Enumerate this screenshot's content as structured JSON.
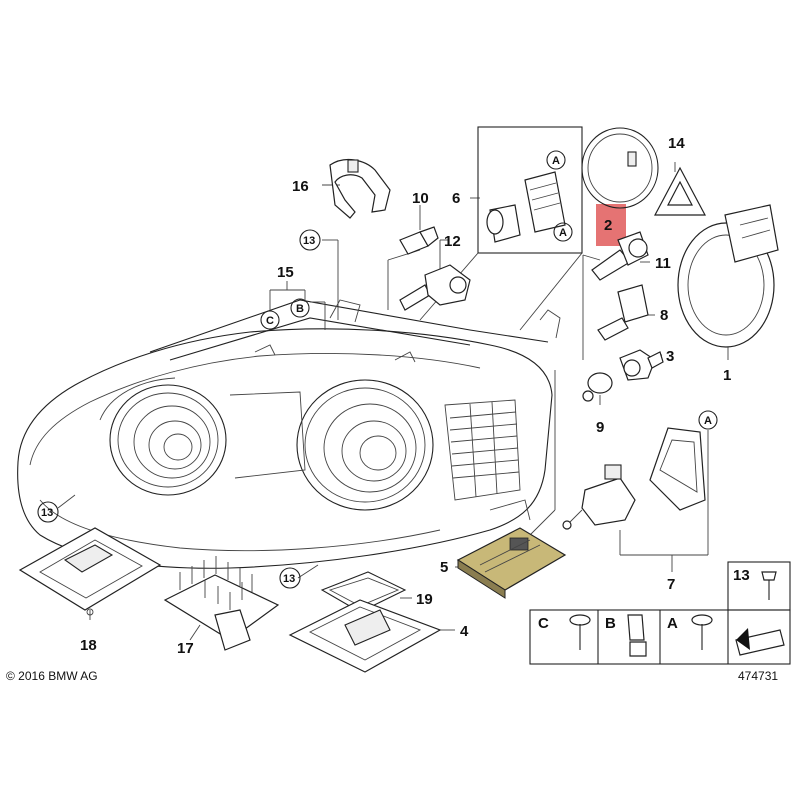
{
  "callouts": {
    "c1": "1",
    "c2": "2",
    "c3": "3",
    "c4": "4",
    "c5": "5",
    "c6": "6",
    "c7": "7",
    "c8": "8",
    "c9": "9",
    "c10": "10",
    "c11": "11",
    "c12": "12",
    "c13a": "13",
    "c13b": "13",
    "c13c": "13",
    "c13d": "13",
    "c14": "14",
    "c15": "15",
    "c16": "16",
    "c17": "17",
    "c18": "18",
    "c19": "19"
  },
  "refs": {
    "A_box6_top": "A",
    "A_box6_bottom": "A",
    "A_part7": "A",
    "B_part15": "B",
    "C_part15": "C",
    "legend_C": "C",
    "legend_B": "B",
    "legend_A": "A"
  },
  "highlight": {
    "color": "#e05a5a",
    "label": "2"
  },
  "footer": {
    "copyright": "© 2016 BMW AG",
    "diagram_number": "474731"
  }
}
